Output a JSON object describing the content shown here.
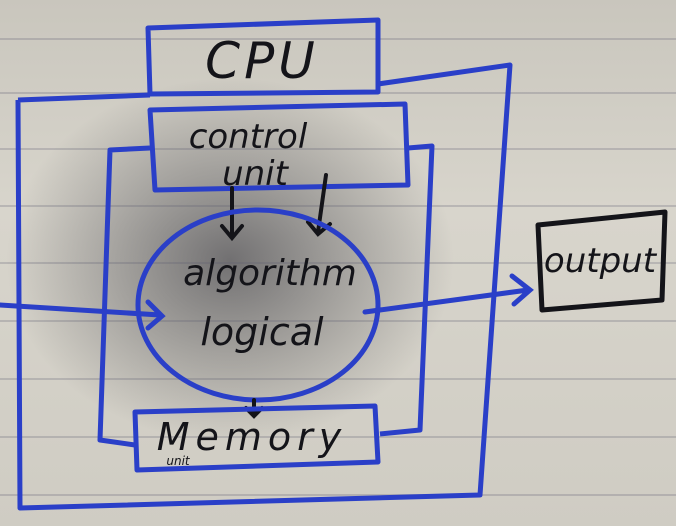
{
  "diagram": {
    "cpu_label": "CPU",
    "control_unit_label_line1": "control",
    "control_unit_label_line2": "unit",
    "alu_label_line1": "algorithm",
    "alu_label_line2": "logical",
    "memory_label": "Memory",
    "memory_sublabel": "unit",
    "output_label": "output"
  },
  "colors": {
    "ink_blue": "#2a3fc8",
    "ink_black": "#141419",
    "paper": "#d4d1c8"
  }
}
